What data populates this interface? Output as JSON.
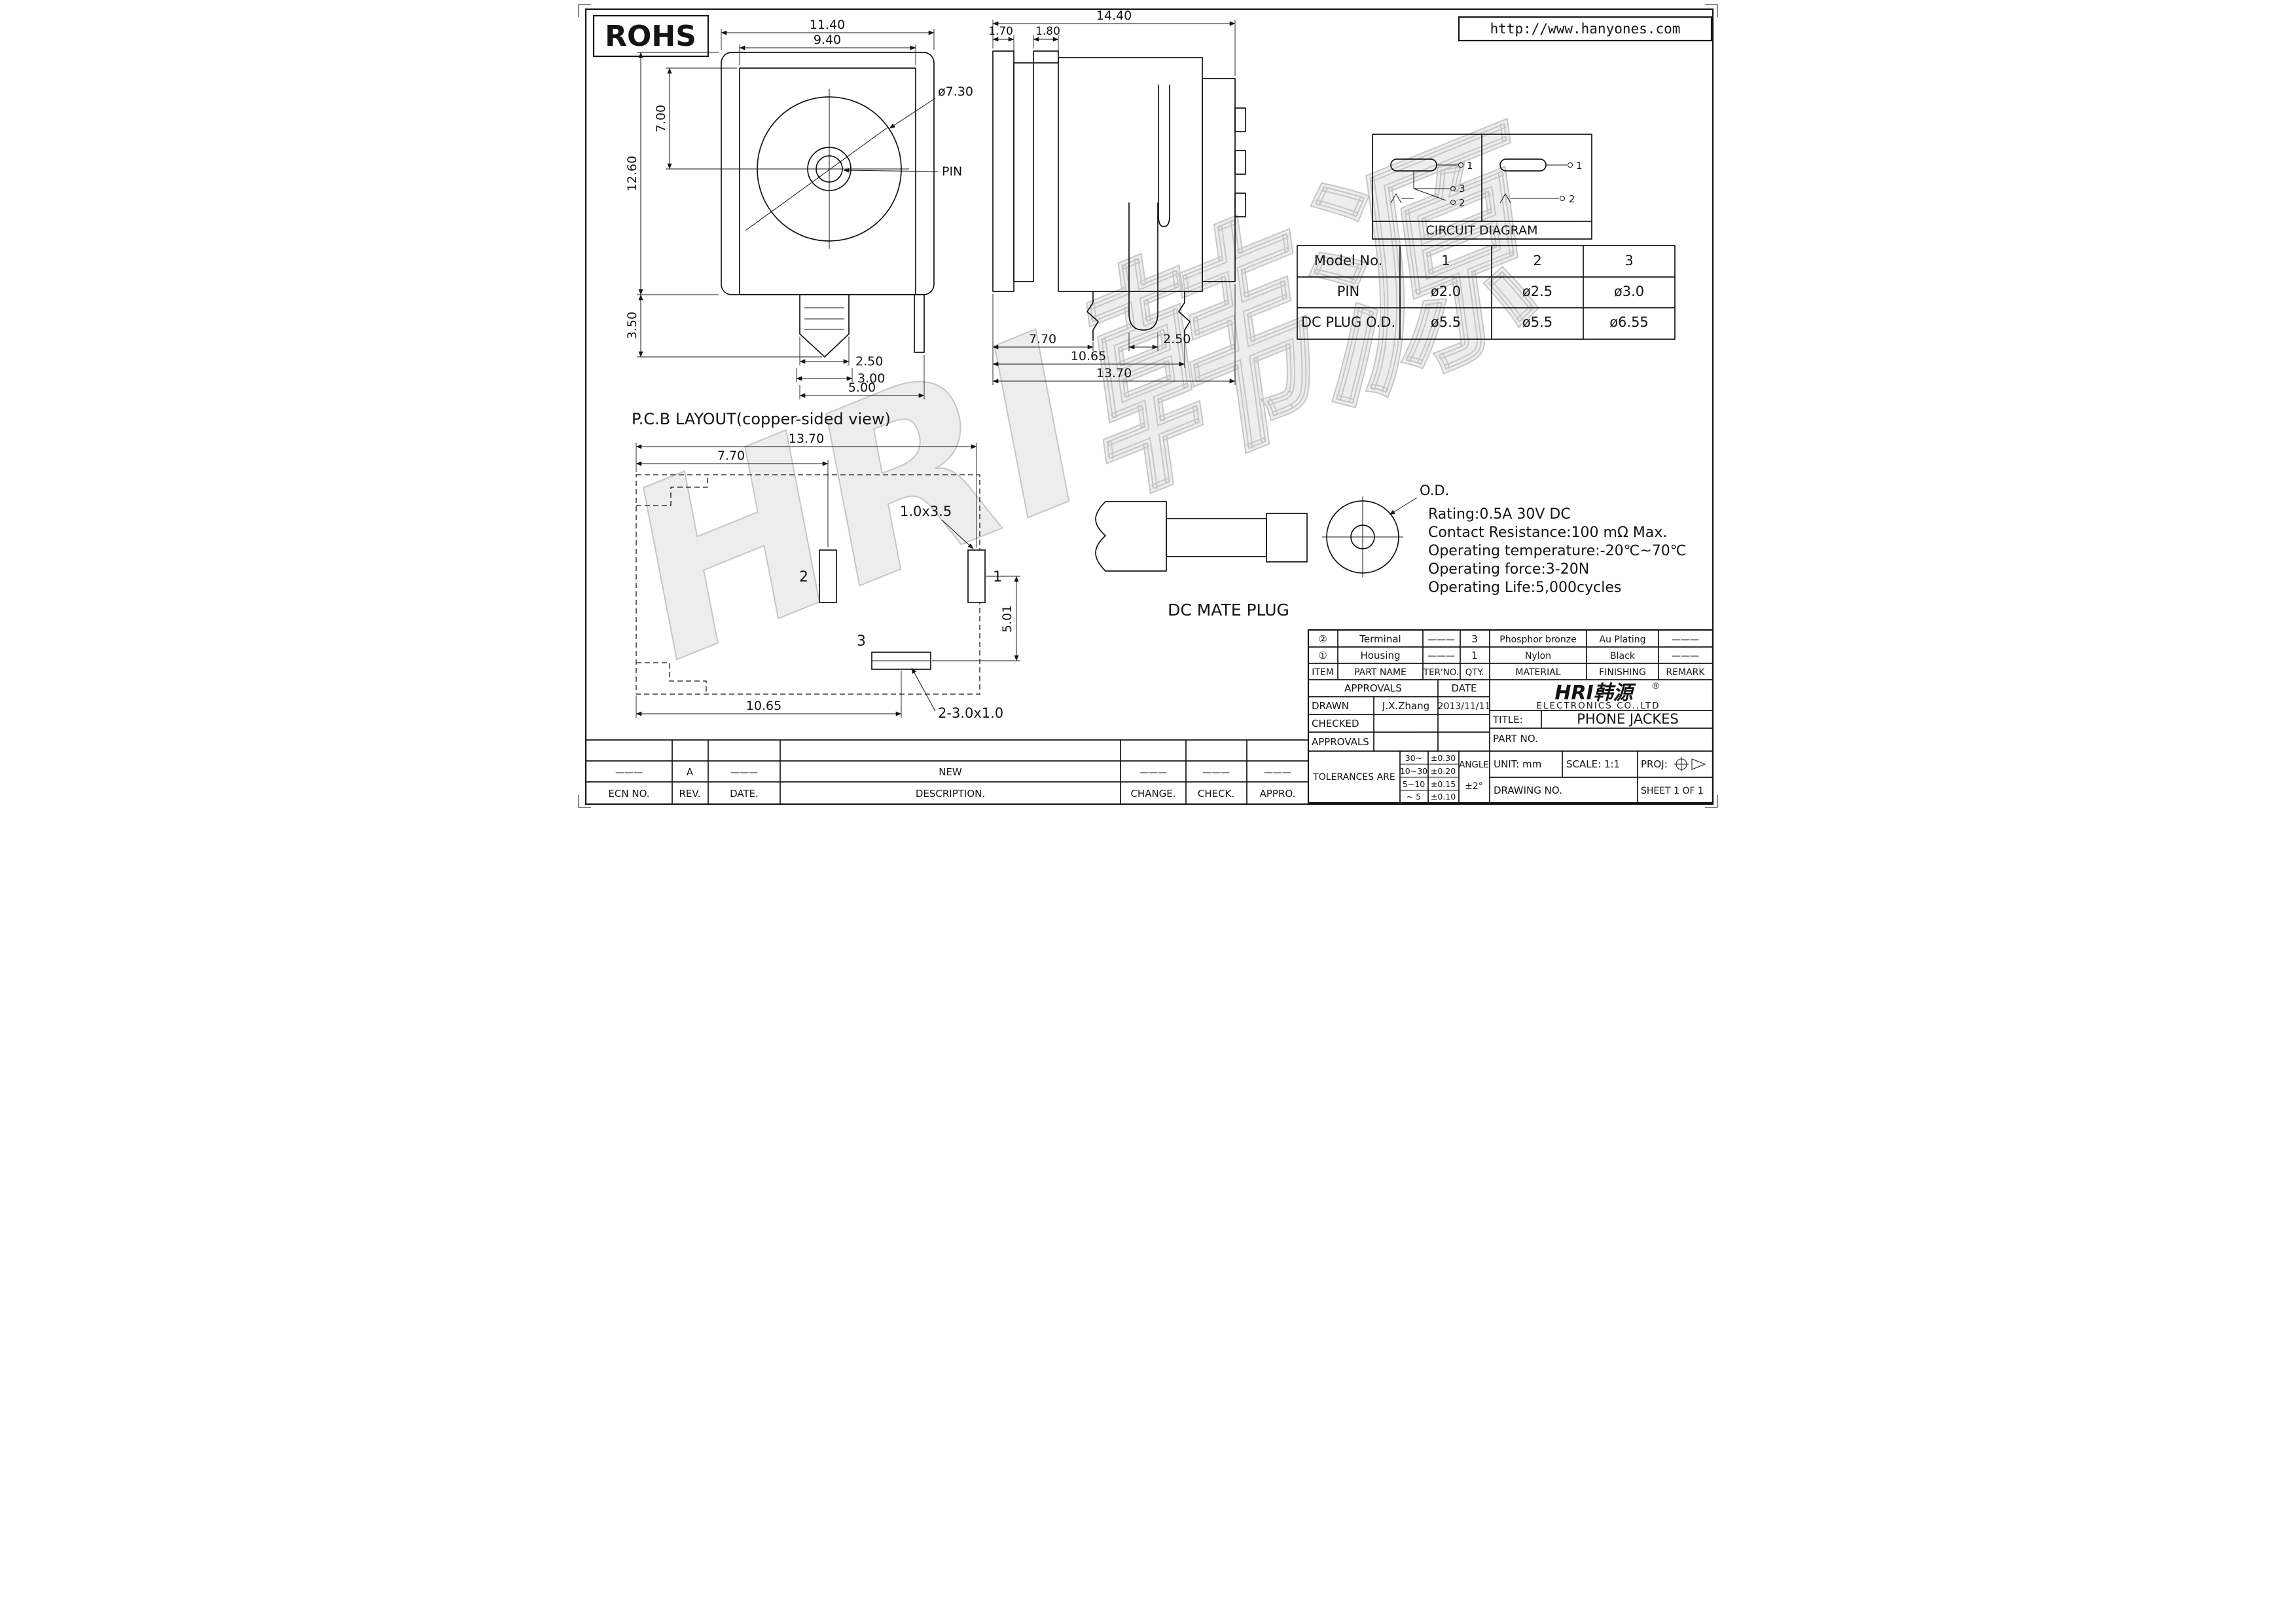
{
  "sheet": {
    "rohs": "ROHS",
    "url": "http://www.hanyones.com",
    "watermark": "HRI韩源"
  },
  "front_view": {
    "dim_11_40": "11.40",
    "dim_9_40": "9.40",
    "dim_12_60": "12.60",
    "dim_7_00": "7.00",
    "dim_3_50": "3.50",
    "dia_label": "ø7.30",
    "pin_label": "PIN",
    "dim_2_50": "2.50",
    "dim_3_00": "3.00",
    "dim_5_00": "5.00"
  },
  "side_view": {
    "dim_14_40": "14.40",
    "dim_1_70": "1.70",
    "dim_1_80": "1.80",
    "dim_7_70": "7.70",
    "dim_10_65": "10.65",
    "dim_13_70": "13.70",
    "dim_2_50": "2.50"
  },
  "circuit": {
    "title": "CIRCUIT DIAGRAM",
    "left_pins": {
      "p1": "1",
      "p3": "3",
      "p2": "2"
    },
    "right_pins": {
      "p1": "1",
      "p2": "2"
    }
  },
  "spec_table": {
    "rows": [
      [
        "Model No.",
        "1",
        "2",
        "3"
      ],
      [
        "PIN",
        "ø2.0",
        "ø2.5",
        "ø3.0"
      ],
      [
        "DC PLUG O.D.",
        "ø5.5",
        "ø5.5",
        "ø6.55"
      ]
    ]
  },
  "pcb": {
    "title": "P.C.B LAYOUT(copper-sided view)",
    "dim_13_70": "13.70",
    "dim_7_70": "7.70",
    "pad1_note": "1.0x3.5",
    "pad_label_1": "1",
    "pad_label_2": "2",
    "pad_label_3": "3",
    "dim_5_01": "5.01",
    "dim_10_65": "10.65",
    "pad3_note": "2-3.0x1.0"
  },
  "mate_plug": {
    "label": "DC MATE PLUG",
    "od_label": "O.D."
  },
  "ratings": {
    "line1": "Rating:0.5A 30V DC",
    "line2": "Contact Resistance:100 mΩ Max.",
    "line3": "Operating temperature:-20℃~70℃",
    "line4": "Operating force:3-20N",
    "line5": "Operating Life:5,000cycles"
  },
  "title_block": {
    "parts": [
      {
        "item": "②",
        "part_name": "Terminal",
        "ter_no": "———",
        "qty": "3",
        "material": "Phosphor bronze",
        "finishing": "Au Plating",
        "remark": "———"
      },
      {
        "item": "①",
        "part_name": "Housing",
        "ter_no": "———",
        "qty": "1",
        "material": "Nylon",
        "finishing": "Black",
        "remark": "———"
      }
    ],
    "headers": {
      "item": "ITEM",
      "part_name": "PART NAME",
      "ter_no": "TER'NO.",
      "qty": "QTY.",
      "material": "MATERIAL",
      "finishing": "FINISHING",
      "remark": "REMARK"
    },
    "approvals_label": "APPROVALS",
    "date_label": "DATE",
    "drawn_label": "DRAWN",
    "drawn_by": "J.X.Zhang",
    "drawn_date": "2013/11/11",
    "checked_label": "CHECKED",
    "approvals2_label": "APPROVALS",
    "logo": "HRI韩源",
    "logo_reg": "®",
    "company": "ELECTRONICS CO.,LTD",
    "title_label": "TITLE:",
    "title_value": "PHONE JACKES",
    "part_no_label": "PART NO.",
    "tolerances_label": "TOLERANCES ARE",
    "tolerances": [
      {
        "range": "30~",
        "tol": "±0.30"
      },
      {
        "range": "10~30",
        "tol": "±0.20"
      },
      {
        "range": "5~10",
        "tol": "±0.15"
      },
      {
        "range": "~ 5",
        "tol": "±0.10"
      }
    ],
    "angle_label": "ANGLE",
    "angle_value": "±2°",
    "unit": "UNIT: mm",
    "scale": "SCALE: 1:1",
    "proj_label": "PROJ:",
    "drawing_no_label": "DRAWING NO.",
    "sheet": "SHEET 1 OF 1"
  },
  "revision": {
    "row": {
      "ecn": "———",
      "rev": "A",
      "date": "———",
      "description": "NEW",
      "change": "———",
      "check": "———",
      "appro": "———"
    },
    "headers": {
      "ecn": "ECN NO.",
      "rev": "REV.",
      "date": "DATE.",
      "description": "DESCRIPTION.",
      "change": "CHANGE.",
      "check": "CHECK.",
      "appro": "APPRO."
    }
  }
}
